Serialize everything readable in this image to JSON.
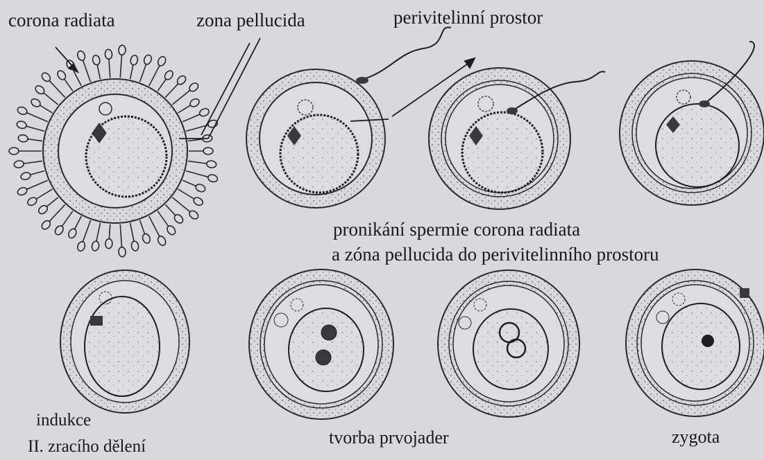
{
  "labels": {
    "corona_radiata": "corona radiata",
    "zona_pellucida": "zona pellucida",
    "perivitelinni_prostor": "perivitelinní prostor",
    "penetration_line1": "pronikání spermie corona radiata",
    "penetration_line2": "a zóna pellucida do perivitelinního prostoru",
    "induction_line1": "indukce",
    "induction_line2": "II. zracího dělení",
    "pronuclei": "tvorba prvojader",
    "zygote": "zygota"
  },
  "colors": {
    "paper": "#d9d8dc",
    "ink": "#1f1d22",
    "stipple": "#6b6870"
  }
}
